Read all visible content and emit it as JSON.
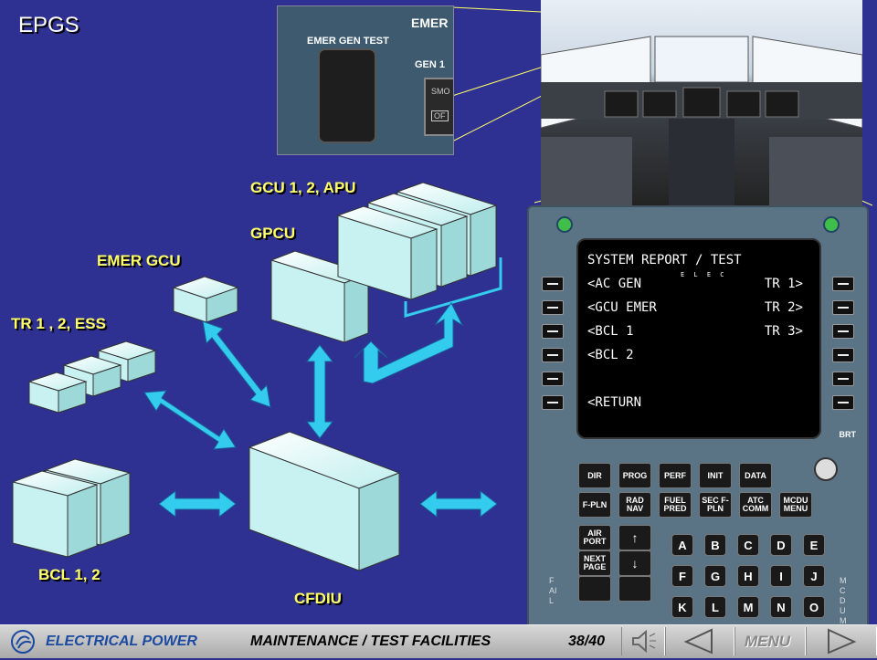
{
  "title": "EPGS",
  "labels": {
    "gcu": "GCU 1, 2, APU",
    "gpcu": "GPCU",
    "emer_gcu": "EMER GCU",
    "tr": "TR 1 , 2, ESS",
    "bcl": "BCL 1, 2",
    "cfdiu": "CFDIU"
  },
  "inset": {
    "emer_gen_test": "EMER GEN TEST",
    "emer": "EMER",
    "gen1": "GEN 1",
    "smoke": "SMO",
    "off": "OF"
  },
  "mcdu": {
    "screen": {
      "title": "SYSTEM REPORT / TEST",
      "subtitle": "E L E C",
      "l1": "<AC GEN",
      "r1": "TR 1>",
      "l2": "<GCU EMER",
      "r2": "TR 2>",
      "l3": "<BCL 1",
      "r3": "TR 3>",
      "l4": "<BCL 2",
      "l6": "<RETURN"
    },
    "brt": "BRT",
    "keys_row1": [
      "DIR",
      "PROG",
      "PERF",
      "INIT",
      "DATA"
    ],
    "keys_row2": [
      "F-PLN",
      "RAD NAV",
      "FUEL PRED",
      "SEC F-PLN",
      "ATC COMM",
      "MCDU MENU"
    ],
    "keys_side": [
      "AIR PORT",
      "NEXT PAGE"
    ],
    "alpha_row1": [
      "A",
      "B",
      "C",
      "D",
      "E"
    ],
    "alpha_row2": [
      "F",
      "G",
      "H",
      "I",
      "J"
    ],
    "alpha_row3": [
      "K",
      "L",
      "M",
      "N",
      "O"
    ],
    "fail": "FAIL",
    "mcdu_side": "MCDU M"
  },
  "footer": {
    "section": "ELECTRICAL POWER",
    "topic": "MAINTENANCE / TEST FACILITIES",
    "page": "38/40",
    "menu": "MENU"
  },
  "colors": {
    "background": "#2e3192",
    "label": "#ffff66",
    "arrow": "#33ccee",
    "box": "#c8f2f2"
  }
}
